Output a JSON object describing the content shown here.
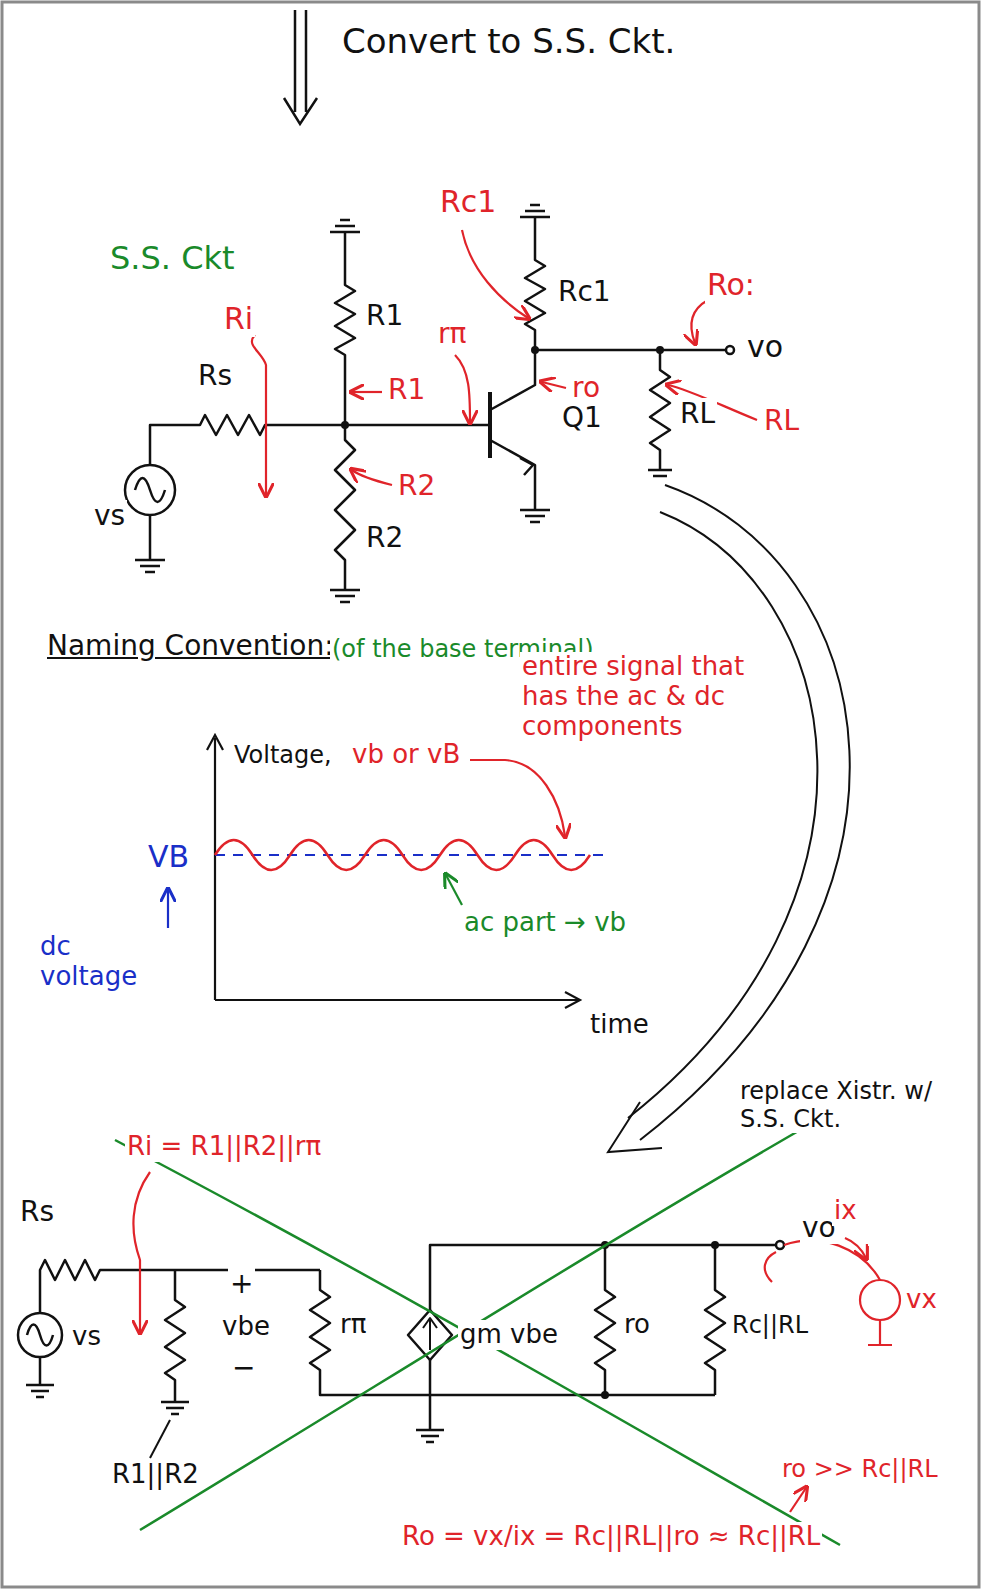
{
  "diagram": {
    "labels": [
      "Convert to S.S. Ckt.",
      "S.S. Ckt",
      "Ri",
      "Rc1",
      "Rc1",
      "Ro:",
      "R1",
      "R1",
      "rπ",
      "Rs",
      "vs",
      "R2",
      "R2",
      "ro",
      "Q1",
      "vo",
      "RL",
      "RL",
      "Naming Convention:",
      "(of the base terminal)",
      "Voltage,",
      "vb or vB",
      "entire signal that has the ac & dc components",
      "VB",
      "dc voltage",
      "ac part → vb",
      "time",
      "replace Xistr. w/ S.S. Ckt.",
      "Ri = R1||R2||rπ",
      "Rs",
      "vs",
      "R1||R2",
      "+",
      "vbe",
      "−",
      "rπ",
      "gm vbe",
      "ro",
      "Rc||RL",
      "vo",
      "ix",
      "vx",
      "Ro = vx/ix = Rc||RL||ro ≈ Rc||RL",
      "ro >> Rc||RL"
    ]
  }
}
